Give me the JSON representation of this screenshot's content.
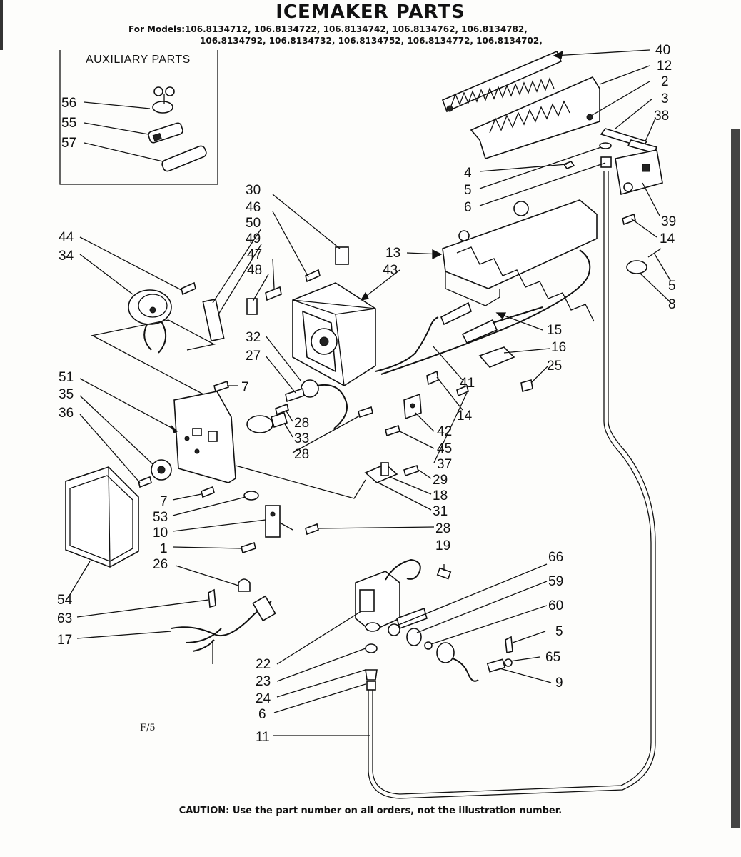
{
  "title": "ICEMAKER PARTS",
  "models_line1": "For Models:106.8134712, 106.8134722, 106.8134742, 106.8134762, 106.8134782,",
  "models_line2": "106.8134792, 106.8134732, 106.8134752, 106.8134772, 106.8134702,",
  "auxiliary_title": "AUXILIARY PARTS",
  "caution": "CAUTION: Use the part number on all orders, not the illustration number.",
  "figure_id": "F/5",
  "callouts": [
    {
      "id": "c40",
      "text": "40"
    },
    {
      "id": "c12",
      "text": "12"
    },
    {
      "id": "c2",
      "text": "2"
    },
    {
      "id": "c3",
      "text": "3"
    },
    {
      "id": "c38",
      "text": "38"
    },
    {
      "id": "c4",
      "text": "4"
    },
    {
      "id": "c5a",
      "text": "5"
    },
    {
      "id": "c6a",
      "text": "6"
    },
    {
      "id": "c39",
      "text": "39"
    },
    {
      "id": "c14a",
      "text": "14"
    },
    {
      "id": "c5b",
      "text": "5"
    },
    {
      "id": "c8",
      "text": "8"
    },
    {
      "id": "c56",
      "text": "56"
    },
    {
      "id": "c55",
      "text": "55"
    },
    {
      "id": "c57",
      "text": "57"
    },
    {
      "id": "c30",
      "text": "30"
    },
    {
      "id": "c46",
      "text": "46"
    },
    {
      "id": "c50",
      "text": "50"
    },
    {
      "id": "c49",
      "text": "49"
    },
    {
      "id": "c47",
      "text": "47"
    },
    {
      "id": "c48",
      "text": "48"
    },
    {
      "id": "c44",
      "text": "44"
    },
    {
      "id": "c34",
      "text": "34"
    },
    {
      "id": "c13",
      "text": "13"
    },
    {
      "id": "c43",
      "text": "43"
    },
    {
      "id": "c15",
      "text": "15"
    },
    {
      "id": "c16",
      "text": "16"
    },
    {
      "id": "c25",
      "text": "25"
    },
    {
      "id": "c41",
      "text": "41"
    },
    {
      "id": "c14b",
      "text": "14"
    },
    {
      "id": "c32",
      "text": "32"
    },
    {
      "id": "c27",
      "text": "27"
    },
    {
      "id": "c7a",
      "text": "7"
    },
    {
      "id": "c51",
      "text": "51"
    },
    {
      "id": "c35",
      "text": "35"
    },
    {
      "id": "c36",
      "text": "36"
    },
    {
      "id": "c28a",
      "text": "28"
    },
    {
      "id": "c33",
      "text": "33"
    },
    {
      "id": "c28b",
      "text": "28"
    },
    {
      "id": "c42",
      "text": "42"
    },
    {
      "id": "c45",
      "text": "45"
    },
    {
      "id": "c37",
      "text": "37"
    },
    {
      "id": "c29",
      "text": "29"
    },
    {
      "id": "c18",
      "text": "18"
    },
    {
      "id": "c31",
      "text": "31"
    },
    {
      "id": "c7b",
      "text": "7"
    },
    {
      "id": "c53",
      "text": "53"
    },
    {
      "id": "c10",
      "text": "10"
    },
    {
      "id": "c28c",
      "text": "28"
    },
    {
      "id": "c1",
      "text": "1"
    },
    {
      "id": "c19",
      "text": "19"
    },
    {
      "id": "c26",
      "text": "26"
    },
    {
      "id": "c54",
      "text": "54"
    },
    {
      "id": "c63",
      "text": "63"
    },
    {
      "id": "c17",
      "text": "17"
    },
    {
      "id": "c66",
      "text": "66"
    },
    {
      "id": "c59",
      "text": "59"
    },
    {
      "id": "c60",
      "text": "60"
    },
    {
      "id": "c5c",
      "text": "5"
    },
    {
      "id": "c65",
      "text": "65"
    },
    {
      "id": "c9",
      "text": "9"
    },
    {
      "id": "c22",
      "text": "22"
    },
    {
      "id": "c23",
      "text": "23"
    },
    {
      "id": "c24",
      "text": "24"
    },
    {
      "id": "c6b",
      "text": "6"
    },
    {
      "id": "c11",
      "text": "11"
    }
  ]
}
